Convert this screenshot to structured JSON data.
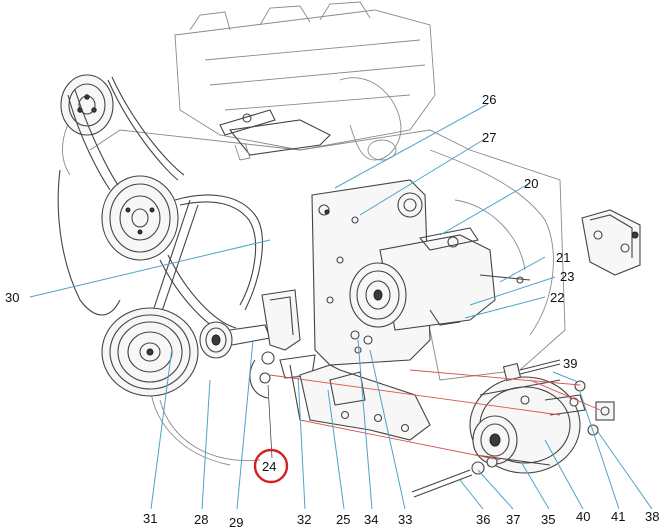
{
  "diagram": {
    "highlighted_callout": "24",
    "highlight_color": "#d42020",
    "leader_color": "#4fa3c9",
    "callouts": [
      {
        "id": "c26",
        "label": "26"
      },
      {
        "id": "c27",
        "label": "27"
      },
      {
        "id": "c20",
        "label": "20"
      },
      {
        "id": "c21",
        "label": "21"
      },
      {
        "id": "c23",
        "label": "23"
      },
      {
        "id": "c22",
        "label": "22"
      },
      {
        "id": "c30",
        "label": "30"
      },
      {
        "id": "c39",
        "label": "39"
      },
      {
        "id": "c24",
        "label": "24"
      },
      {
        "id": "c31",
        "label": "31"
      },
      {
        "id": "c28",
        "label": "28"
      },
      {
        "id": "c29",
        "label": "29"
      },
      {
        "id": "c32",
        "label": "32"
      },
      {
        "id": "c25",
        "label": "25"
      },
      {
        "id": "c34",
        "label": "34"
      },
      {
        "id": "c33",
        "label": "33"
      },
      {
        "id": "c36",
        "label": "36"
      },
      {
        "id": "c37",
        "label": "37"
      },
      {
        "id": "c35",
        "label": "35"
      },
      {
        "id": "c40",
        "label": "40"
      },
      {
        "id": "c41",
        "label": "41"
      },
      {
        "id": "c38",
        "label": "38"
      }
    ]
  }
}
